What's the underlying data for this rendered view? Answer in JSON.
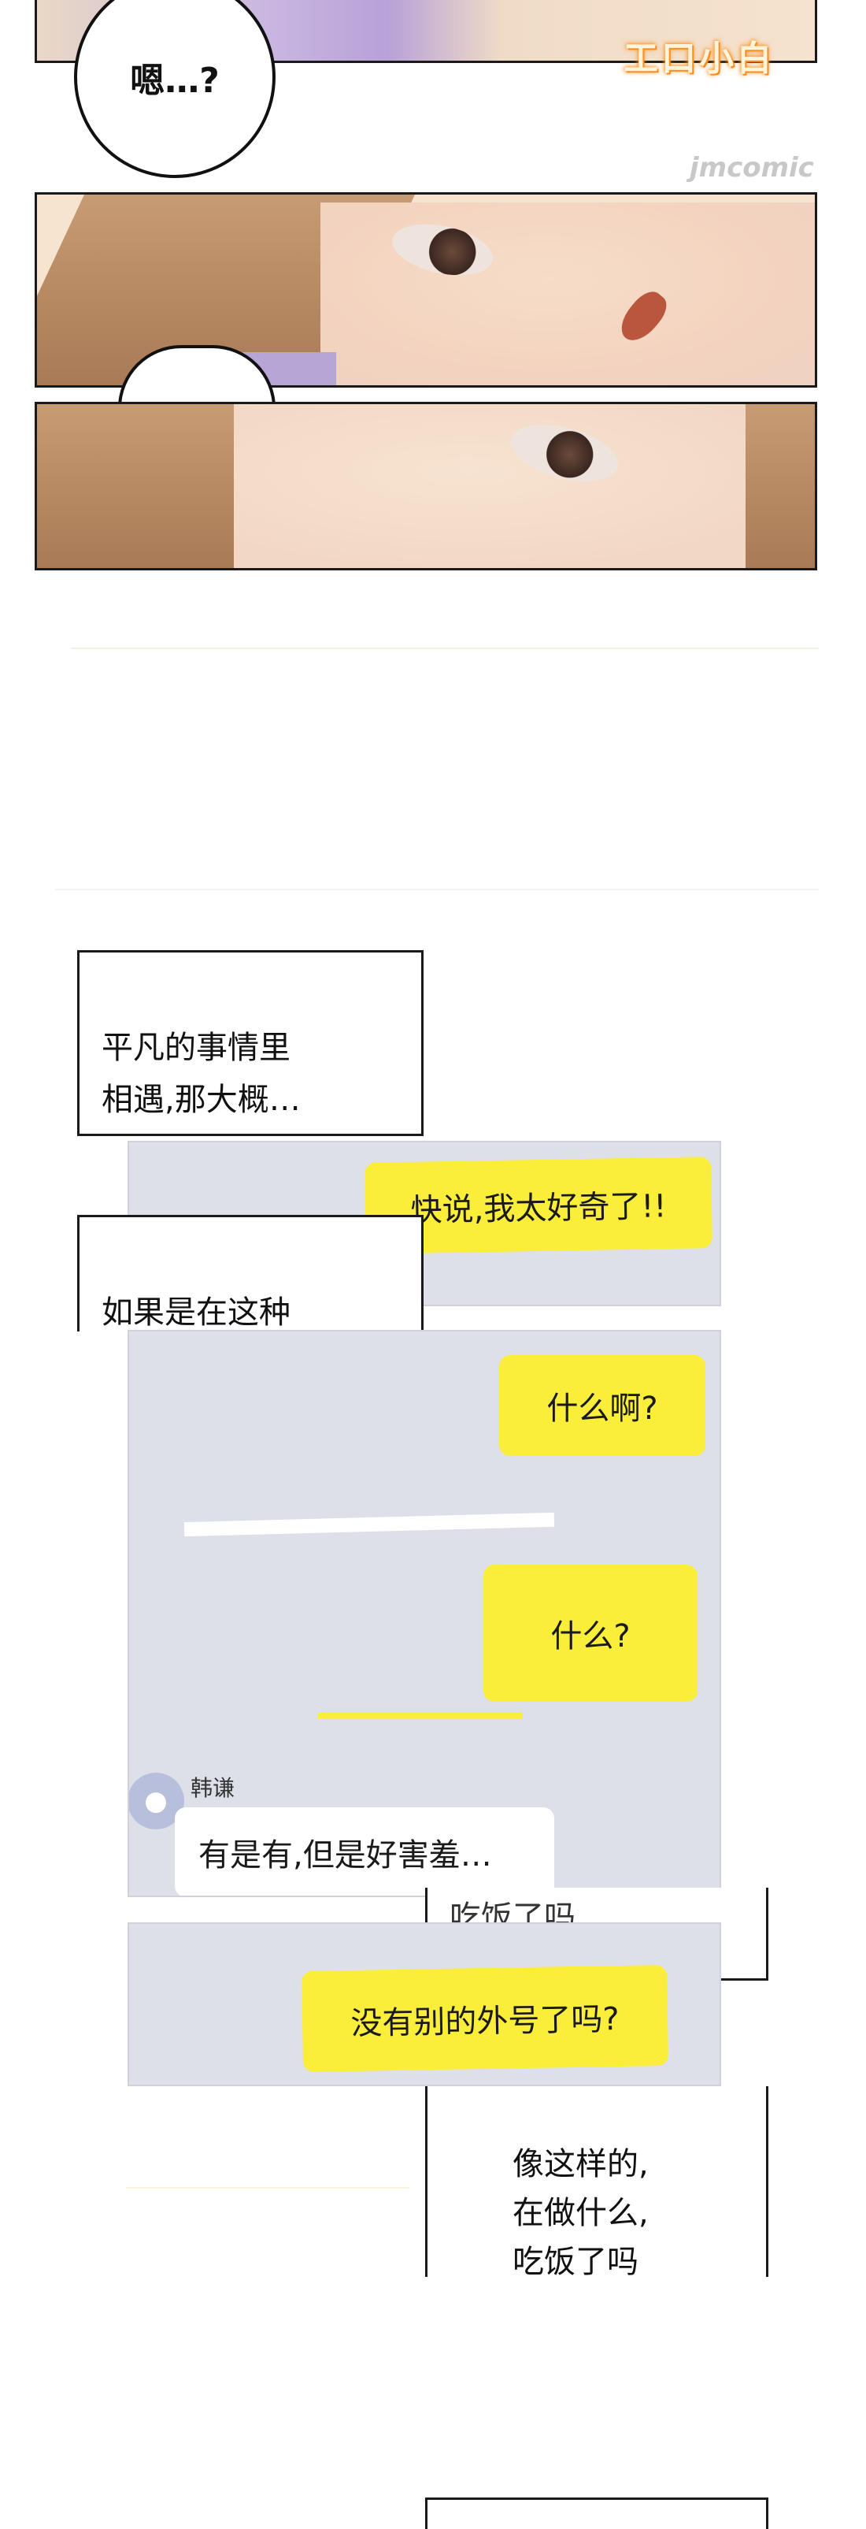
{
  "header": {
    "logo": "工口小白",
    "watermark": "jmcomic"
  },
  "bubble1": {
    "text": "嗯…?"
  },
  "narration1": {
    "text": "平凡的事情里\n相遇,那大概…"
  },
  "narration2": {
    "text": "如果是在这种"
  },
  "chat1": {
    "msg": "快说,我太好奇了!!"
  },
  "chat2": {
    "msg1": "什么啊?",
    "msg2": "什么?",
    "contact": "韩谦",
    "reply": "有是有,但是好害羞…"
  },
  "narration3": {
    "text": "吃饭了吗"
  },
  "chat3": {
    "msg": "没有别的外号了吗?"
  },
  "narration4": {
    "text": "像这样的,\n在做什么,\n吃饭了吗"
  },
  "colors": {
    "yellow": "#fbee3b",
    "chat_bg": "#dde0e9",
    "logo_glow": "#ff9a2e"
  }
}
